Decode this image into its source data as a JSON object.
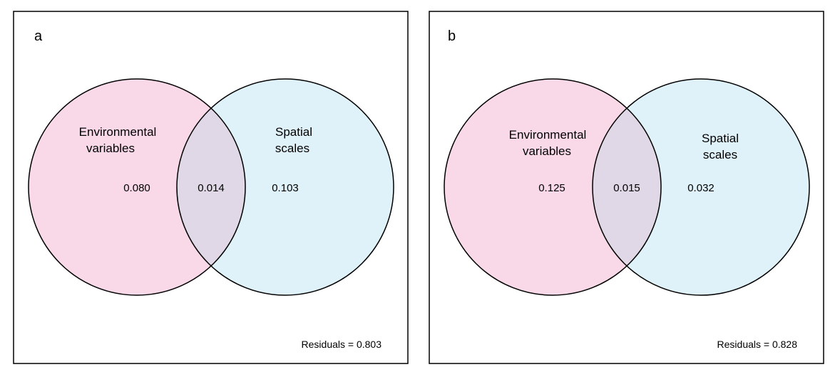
{
  "panels": [
    {
      "letter": "a",
      "left_set": {
        "line1": "Environmental",
        "line2": "variables",
        "color": "#f9d9e8"
      },
      "right_set": {
        "line1": "Spatial",
        "line2": "scales",
        "color": "#dff1f9"
      },
      "overlap_color": "#e0d8e6",
      "values": {
        "left_only": "0.080",
        "shared": "0.014",
        "right_only": "0.103"
      },
      "residuals": "Residuals = 0.803"
    },
    {
      "letter": "b",
      "left_set": {
        "line1": "Environmental",
        "line2": "variables",
        "color": "#f9d9e8"
      },
      "right_set": {
        "line1": "Spatial",
        "line2": "scales",
        "color": "#dff1f9"
      },
      "overlap_color": "#e0d8e6",
      "values": {
        "left_only": "0.125",
        "shared": "0.015",
        "right_only": "0.032"
      },
      "residuals": "Residuals = 0.828"
    }
  ]
}
